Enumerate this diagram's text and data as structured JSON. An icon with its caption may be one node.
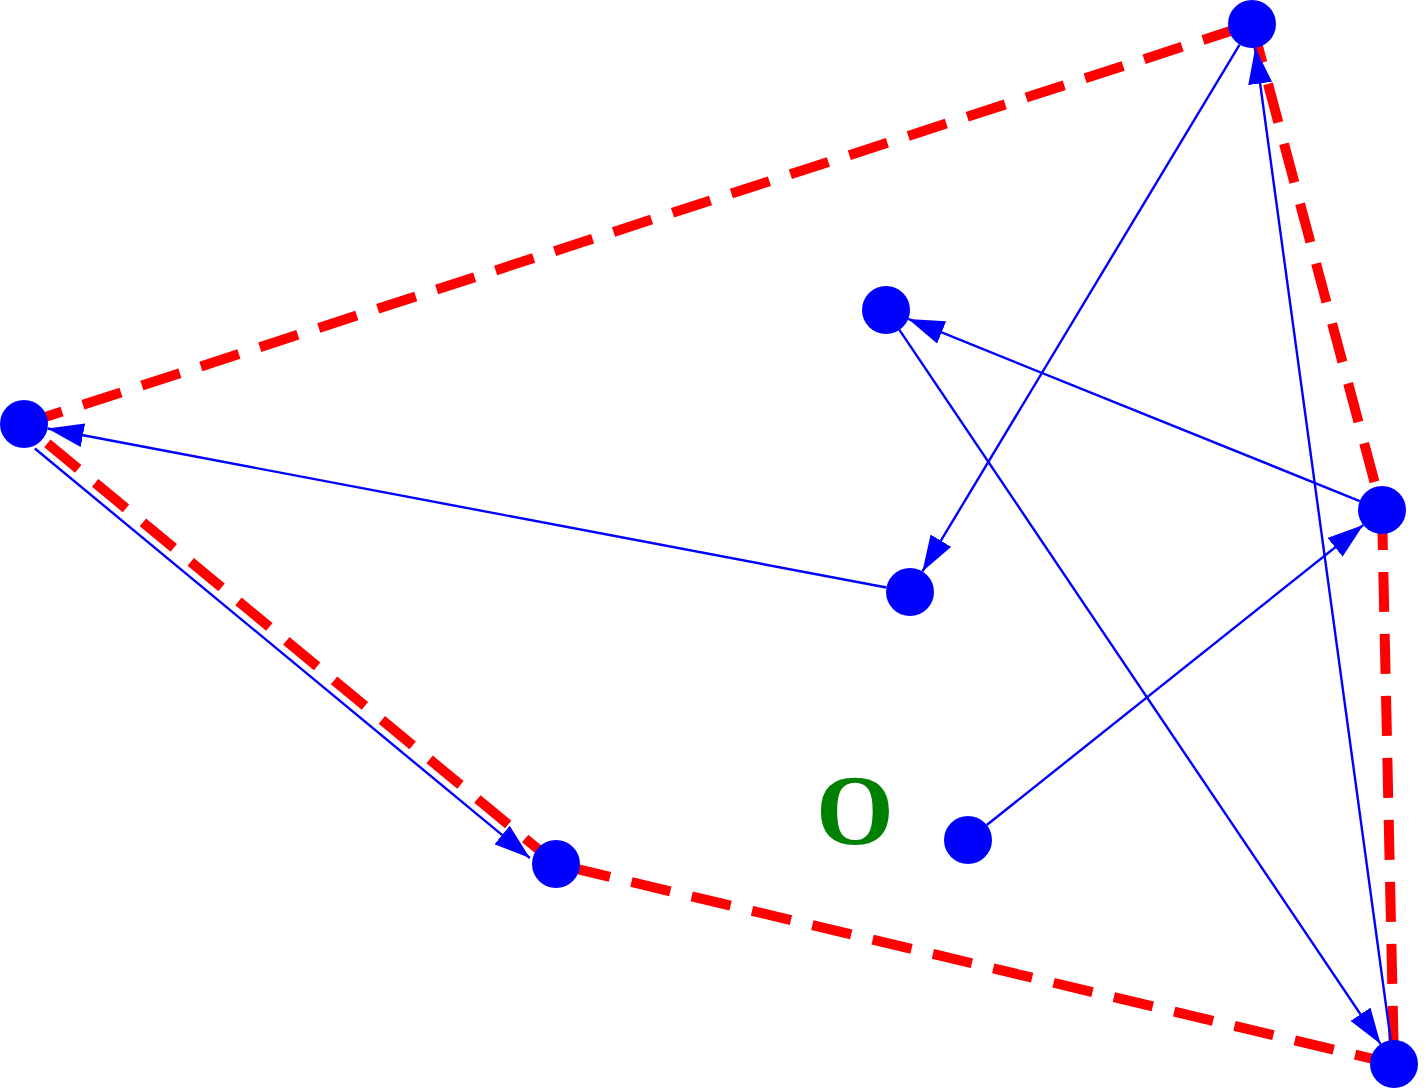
{
  "diagram": {
    "nodes": [
      {
        "text": [],
        "shape": "circle"
      },
      {
        "text": [],
        "shape": "circle"
      },
      {
        "text": [],
        "shape": "circle"
      },
      {
        "text": [],
        "shape": "circle"
      },
      {
        "text": [],
        "shape": "circle",
        "beside": [
          "O"
        ]
      },
      {
        "text": [],
        "shape": "circle"
      },
      {
        "text": [],
        "shape": "circle"
      },
      {
        "text": [],
        "shape": "circle"
      }
    ],
    "edges": [
      {
        "from": 0,
        "to": 5,
        "arrow": "none",
        "style": "dashed",
        "color": "#ff0000"
      },
      {
        "from": 5,
        "to": 6,
        "arrow": "none",
        "style": "dashed",
        "color": "#ff0000"
      },
      {
        "from": 6,
        "to": 7,
        "arrow": "none",
        "style": "dashed",
        "color": "#ff0000"
      },
      {
        "from": 7,
        "to": 1,
        "arrow": "none",
        "style": "dashed",
        "color": "#ff0000"
      },
      {
        "from": 1,
        "to": 0,
        "arrow": "none",
        "style": "dashed",
        "color": "#ff0000"
      },
      {
        "from": 4,
        "to": 6,
        "arrow": "to"
      },
      {
        "from": 6,
        "to": 2,
        "arrow": "to"
      },
      {
        "from": 2,
        "to": 7,
        "arrow": "to"
      },
      {
        "from": 7,
        "to": 5,
        "arrow": "to"
      },
      {
        "from": 5,
        "to": 3,
        "arrow": "to"
      },
      {
        "from": 3,
        "to": 0,
        "arrow": "to"
      },
      {
        "from": 0,
        "to": 1,
        "arrow": "to"
      }
    ]
  }
}
